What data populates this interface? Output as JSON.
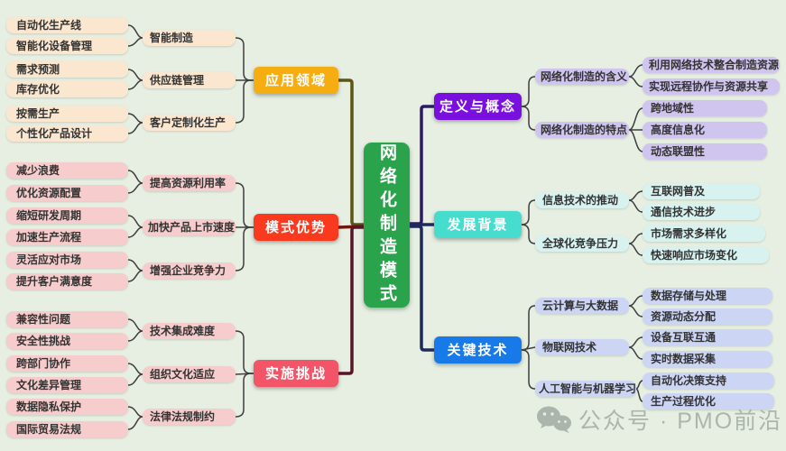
{
  "center": {
    "label": "网络化制造模式"
  },
  "left": [
    {
      "label": "应用领域",
      "children": [
        {
          "label": "智能制造",
          "leaves": [
            "自动化生产线",
            "智能化设备管理"
          ]
        },
        {
          "label": "供应链管理",
          "leaves": [
            "需求预测",
            "库存优化"
          ]
        },
        {
          "label": "客户定制化生产",
          "leaves": [
            "按需生产",
            "个性化产品设计"
          ]
        }
      ]
    },
    {
      "label": "模式优势",
      "children": [
        {
          "label": "提高资源利用率",
          "leaves": [
            "减少浪费",
            "优化资源配置"
          ]
        },
        {
          "label": "加快产品上市速度",
          "leaves": [
            "缩短研发周期",
            "加速生产流程"
          ]
        },
        {
          "label": "增强企业竞争力",
          "leaves": [
            "灵活应对市场",
            "提升客户满意度"
          ]
        }
      ]
    },
    {
      "label": "实施挑战",
      "children": [
        {
          "label": "技术集成难度",
          "leaves": [
            "兼容性问题",
            "安全性挑战"
          ]
        },
        {
          "label": "组织文化适应",
          "leaves": [
            "跨部门协作",
            "文化差异管理"
          ]
        },
        {
          "label": "法律法规制约",
          "leaves": [
            "数据隐私保护",
            "国际贸易法规"
          ]
        }
      ]
    }
  ],
  "right": [
    {
      "label": "定义与概念",
      "children": [
        {
          "label": "网络化制造的含义",
          "leaves": [
            "利用网络技术整合制造资源",
            "实现远程协作与资源共享"
          ]
        },
        {
          "label": "网络化制造的特点",
          "leaves": [
            "跨地域性",
            "高度信息化",
            "动态联盟性"
          ]
        }
      ]
    },
    {
      "label": "发展背景",
      "children": [
        {
          "label": "信息技术的推动",
          "leaves": [
            "互联网普及",
            "通信技术进步"
          ]
        },
        {
          "label": "全球化竞争压力",
          "leaves": [
            "市场需求多样化",
            "快速响应市场变化"
          ]
        }
      ]
    },
    {
      "label": "关键技术",
      "children": [
        {
          "label": "云计算与大数据",
          "leaves": [
            "数据存储与处理",
            "资源动态分配"
          ]
        },
        {
          "label": "物联网技术",
          "leaves": [
            "设备互联互通",
            "实时数据采集"
          ]
        },
        {
          "label": "人工智能与机器学习",
          "leaves": [
            "自动化决策支持",
            "生产过程优化"
          ]
        }
      ]
    }
  ],
  "watermark": {
    "icon": "wechat-icon",
    "text": "公众号 · PMO前沿"
  },
  "colors": {
    "background": "#e7efe3",
    "center": "#2aa34c",
    "branch_application": "#f5ad12",
    "branch_advantage": "#fa3a1e",
    "branch_challenge": "#f25568",
    "branch_definition": "#7a10e0",
    "branch_background": "#46dcce",
    "branch_technology": "#177ae8",
    "leaf_peach": "#fbe7cf",
    "leaf_pink": "#f7cccc",
    "leaf_purple": "#cfc5ee",
    "leaf_teal": "#d8f3ef",
    "leaf_blue": "#cdd5f4"
  }
}
